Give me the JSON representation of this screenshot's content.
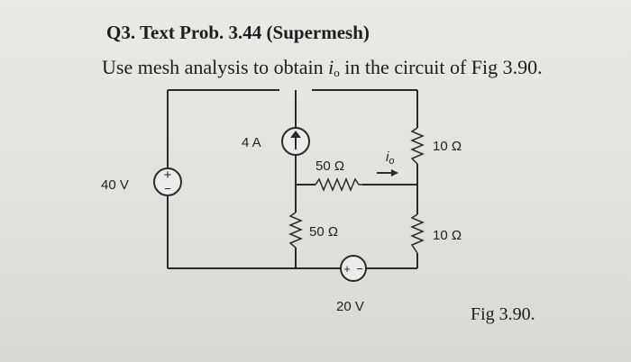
{
  "problem": {
    "heading": "Q3. Text Prob. 3.44 (Supermesh)",
    "statement_before": "Use mesh analysis to obtain ",
    "variable": "i",
    "variable_sub": "o",
    "statement_after": " in the circuit of Fig 3.90."
  },
  "circuit": {
    "voltage_source_left": "40 V",
    "current_source": "4 A",
    "resistor_center_top": "50 Ω",
    "resistor_center_bottom": "50 Ω",
    "resistor_right_top": "10 Ω",
    "resistor_right_bottom": "10 Ω",
    "voltage_source_bottom": "20 V",
    "current_label": "i",
    "current_label_sub": "o",
    "plus_sign": "+",
    "minus_sign": "−"
  },
  "figure": {
    "label": "Fig 3.90."
  }
}
